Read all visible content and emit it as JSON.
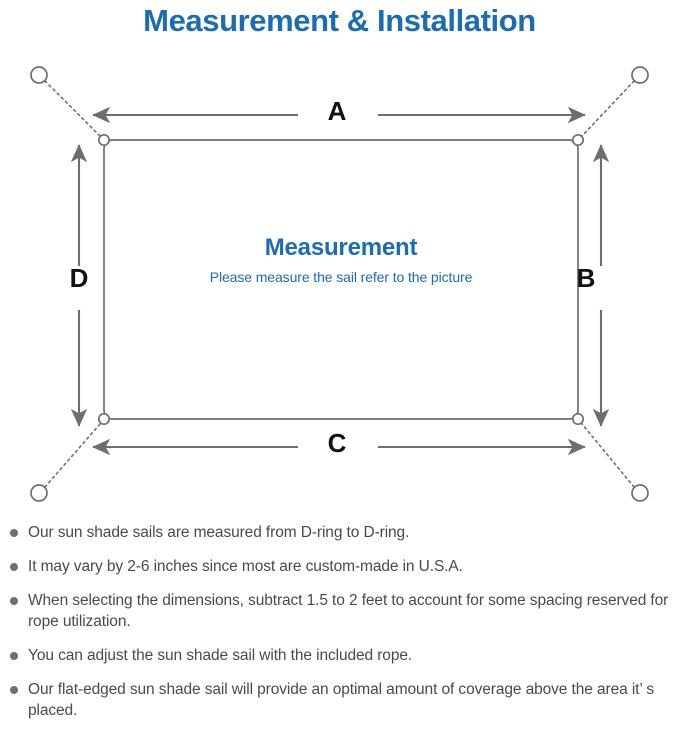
{
  "page": {
    "title": "Measurement & Installation",
    "title_color": "#1b6cb0",
    "background": "#ffffff"
  },
  "diagram": {
    "name": "sun-shade-sail-measurement-diagram",
    "sail": {
      "caption_title": "Measurement",
      "caption_subtitle": "Please measure the sail refer to the picture",
      "caption_color": "#1b6cb0",
      "outline_color": "#6e6e6e"
    },
    "dimension_labels": {
      "top": "A",
      "right": "B",
      "bottom": "C",
      "left": "D"
    },
    "dimension_label_color": "#111111",
    "arrow_color": "#6e6e6e",
    "rope_line_color": "#6e6e6e",
    "anchor_point_count": 4,
    "d_ring_count": 4
  },
  "notes": [
    "Our sun shade sails are measured from D-ring to D-ring.",
    "It may vary by 2-6 inches since most are custom-made in U.S.A.",
    "When selecting the dimensions, subtract 1.5 to 2 feet to account for some spacing reserved for rope utilization.",
    "You can adjust the sun shade sail with the included rope.",
    "Our flat-edged sun shade sail will provide an optimal amount of coverage above the area it’ s placed."
  ],
  "notes_text_color": "#4a4a4a",
  "bullet_color": "#6f6f6f"
}
